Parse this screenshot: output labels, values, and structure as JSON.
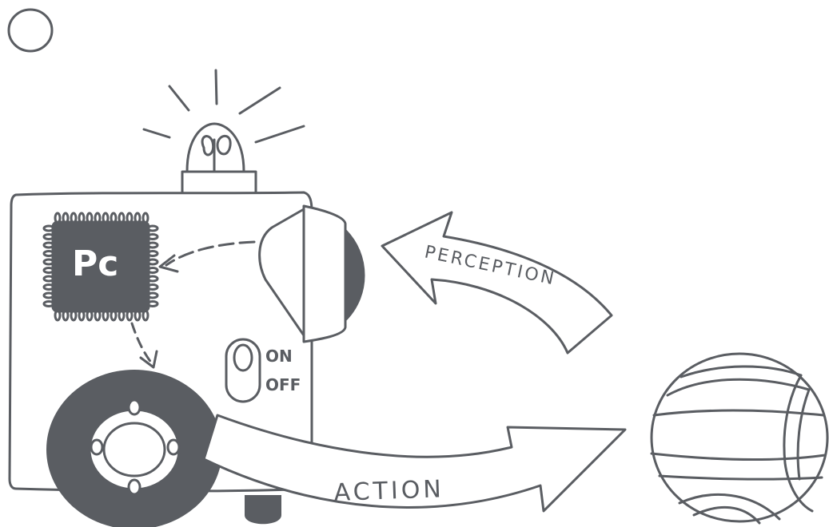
{
  "chip": {
    "label": "Pc"
  },
  "switch": {
    "on_label": "ON",
    "off_label": "OFF"
  },
  "arrows": {
    "perception_label": "PERCEPTION",
    "action_label": "ACTION"
  },
  "colors": {
    "ink": "#5a5d62",
    "background": "#ffffff"
  },
  "icons": [
    "antenna-icon",
    "beacon-light-icon",
    "processor-chip-icon",
    "camera-eye-icon",
    "power-switch-icon",
    "wheel-icon",
    "ball-icon"
  ]
}
